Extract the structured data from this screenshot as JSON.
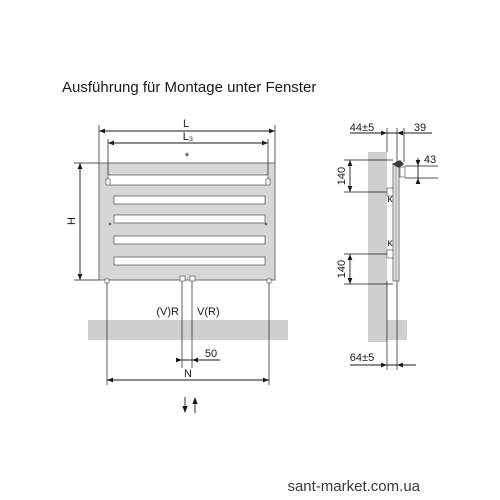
{
  "title": "Ausführung für Montage unter Fenster",
  "front_view": {
    "width_label": "L",
    "width3_label": "L₃",
    "star_label": "*",
    "height_label": "H",
    "left_connection_label": "(V)R",
    "right_connection_label": "V(R)",
    "connection_spacing_label": "50",
    "connection_distance_label": "N"
  },
  "side_view": {
    "top_offset_label": "44±5",
    "depth_label": "39",
    "top_bracket_label": "43",
    "upper_bracket_label": "140",
    "lower_bracket_label": "140",
    "bottom_offset_label": "64±5"
  },
  "watermark": "sant-market.com.ua",
  "colors": {
    "panel_fill": "#d6d6d6",
    "wall_fill": "#cfcfcf",
    "line": "#1a1a1a"
  }
}
